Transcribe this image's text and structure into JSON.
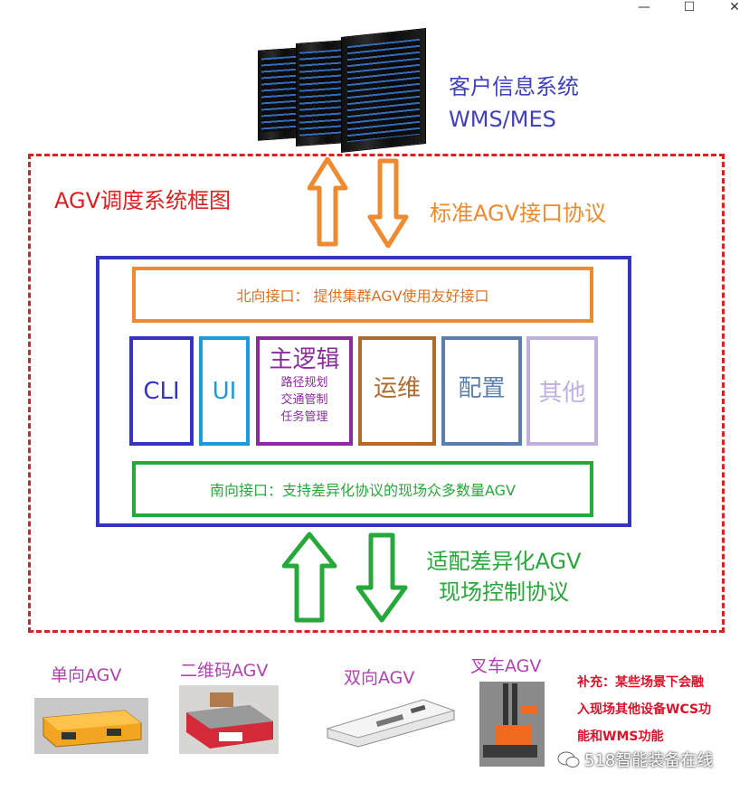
{
  "window": {
    "minimize": "—",
    "maximize": "☐",
    "close": "✕"
  },
  "top": {
    "system_line1": "客户信息系统",
    "system_line2": "WMS/MES",
    "north_protocol": "标准AGV接口协议"
  },
  "frame_title": "AGV调度系统框图",
  "north_interface": "北向接口： 提供集群AGV使用友好接口",
  "modules": {
    "cli": "CLI",
    "ui": "UI",
    "main_title": "主逻辑",
    "main_items": [
      "路径规划",
      "交通管制",
      "任务管理"
    ],
    "ops": "运维",
    "config": "配置",
    "other": "其他"
  },
  "south_interface": "南向接口：支持差异化协议的现场众多数量AGV",
  "south_protocol": {
    "line1": "适配差异化AGV",
    "line2": "现场控制协议"
  },
  "agvs": [
    "单向AGV",
    "二维码AGV",
    "双向AGV",
    "叉车AGV"
  ],
  "note": {
    "line1": "补充：某些场景下会融",
    "line2": "入现场其他设备WCS功",
    "line3": "能和WMS功能"
  },
  "watermark": "518智能装备在线",
  "colors": {
    "frame_red": "#e02020",
    "main_blue": "#3434c0",
    "north_orange": "#f08a2e",
    "south_green": "#27a83a",
    "cli": "#3434c0",
    "ui": "#1e9ad6",
    "main_logic": "#8a2c9c",
    "ops": "#b06a2c",
    "config": "#5a7fad",
    "other": "#c0b0e0"
  }
}
